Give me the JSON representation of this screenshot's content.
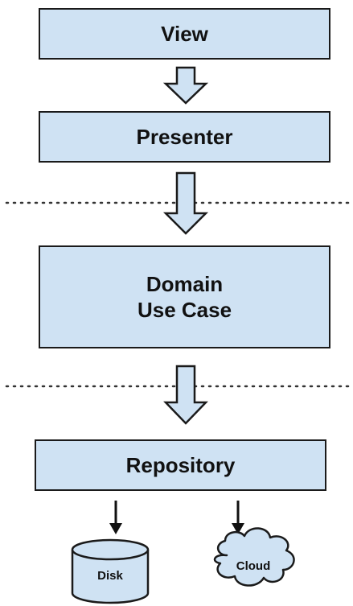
{
  "layers": {
    "view": "View",
    "presenter": "Presenter",
    "domain_line1": "Domain",
    "domain_line2": "Use Case",
    "repository": "Repository"
  },
  "data_sources": {
    "disk": "Disk",
    "cloud": "Cloud"
  },
  "colors": {
    "box_fill": "#cfe2f3",
    "border": "#1a1a1a",
    "boundary_dots": "#333333"
  },
  "icons": {
    "between_layers": "hollow-down-arrow",
    "to_sources": "solid-down-arrow"
  }
}
